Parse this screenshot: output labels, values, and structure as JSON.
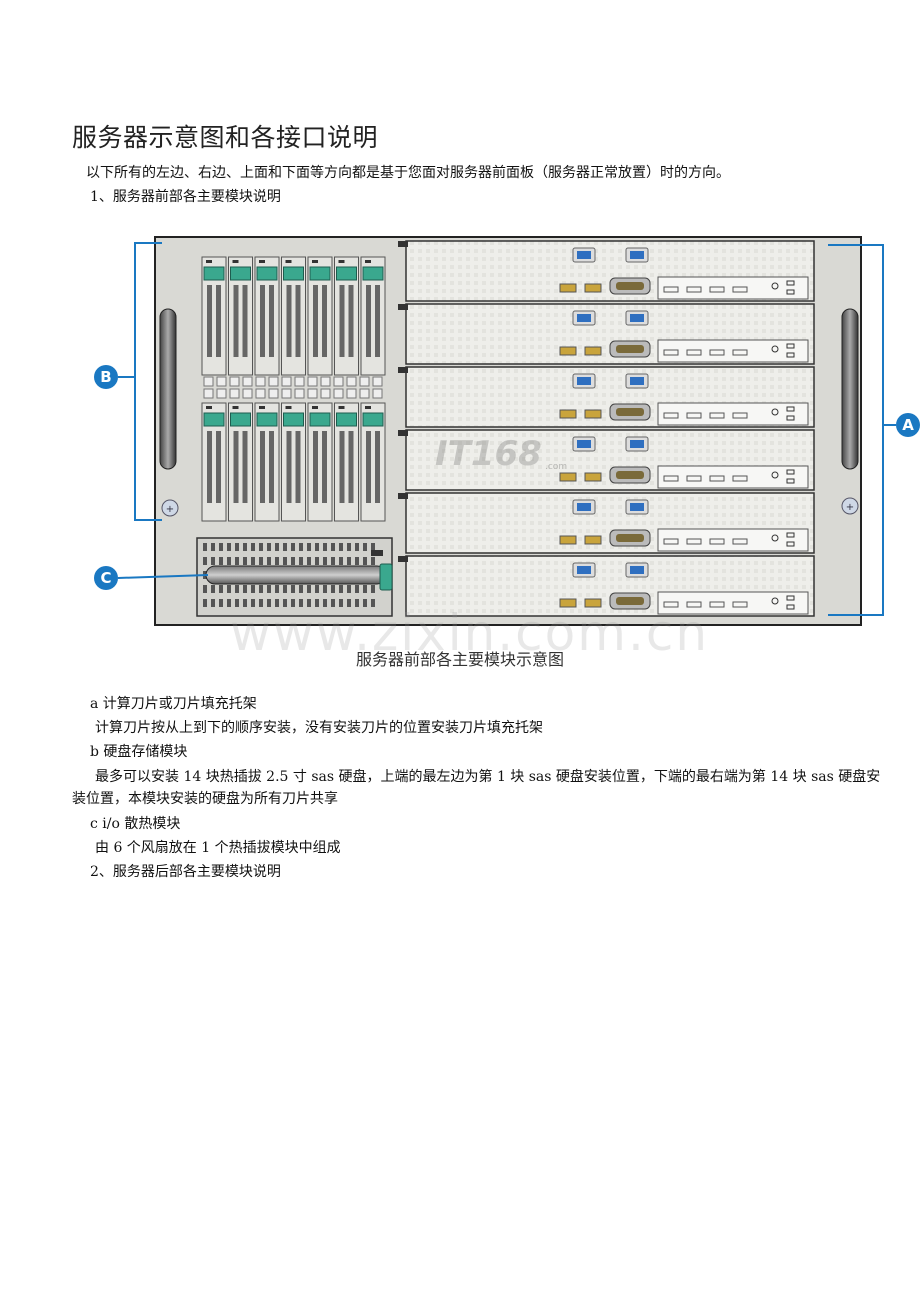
{
  "page": {
    "title": "服务器示意图和各接口说明",
    "intro": "以下所有的左边、右边、上面和下面等方向都是基于您面对服务器前面板（服务器正常放置）时的方向。",
    "section1": "1、服务器前部各主要模块说明",
    "figure": {
      "labels": {
        "a": "A",
        "b": "B",
        "c": "C"
      },
      "caption": "服务器前部各主要模块示意图",
      "logo_text": "IT168",
      "logo_suffix": ".com",
      "watermark": "www.zixin.com.cn"
    },
    "item_a_title": "a  计算刀片或刀片填充托架",
    "item_a_body": "计算刀片按从上到下的顺序安装，没有安装刀片的位置安装刀片填充托架",
    "item_b_title": "b  硬盘存储模块",
    "item_b_body": "最多可以安装 14  块热插拔 2.5  寸 sas  硬盘，上端的最左边为第 1  块 sas  硬盘安装位置，下端的最右端为第 14  块 sas  硬盘安装位置，本模块安装的硬盘为所有刀片共享",
    "item_c_title": "c i/o  散热模块",
    "item_c_body": "由 6  个风扇放在 1  个热插拔模块中组成",
    "section2": "2、服务器后部各主要模块说明"
  },
  "colors": {
    "callout": "#1a78c2",
    "chassis": "#d9d9d4",
    "drive_latch": "#3aa88e",
    "port_blue": "#2f6fc0"
  }
}
